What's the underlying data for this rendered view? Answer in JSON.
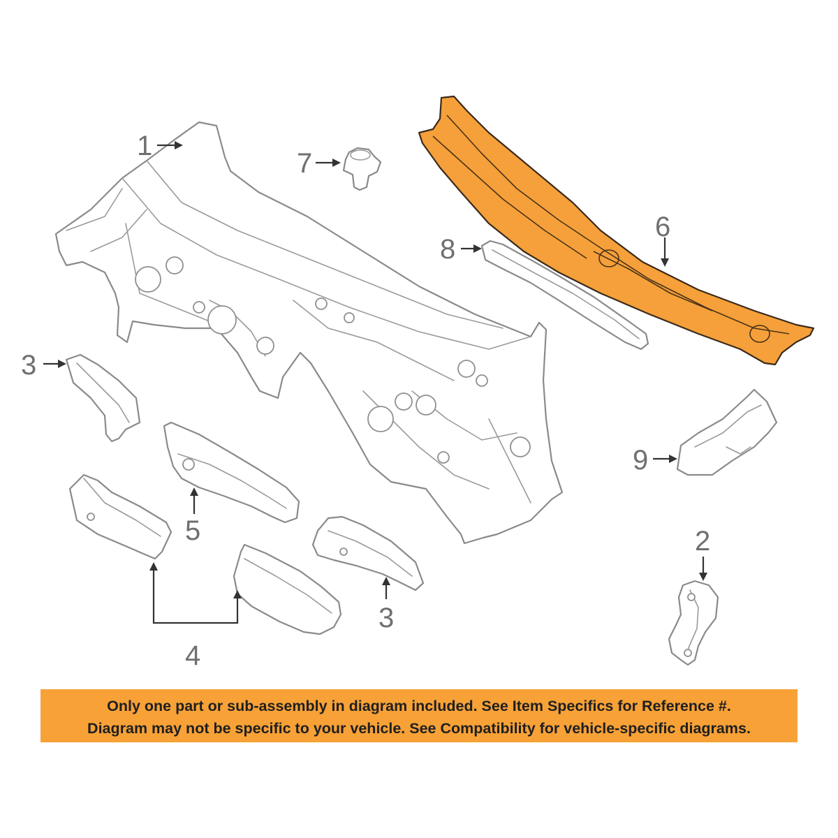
{
  "callouts": {
    "c1": "1",
    "c2": "2",
    "c3a": "3",
    "c3b": "3",
    "c4": "4",
    "c5": "5",
    "c6": "6",
    "c7": "7",
    "c8": "8",
    "c9": "9"
  },
  "highlighted_part": "6",
  "colors": {
    "highlight": "#f5a03a",
    "banner": "#f7a137",
    "line_art": "#8a8a8a",
    "callout_text": "#6f6f6f"
  },
  "disclaimer": {
    "line1": "Only one part or sub-assembly in diagram included. See Item Specifics for Reference #.",
    "line2": "Diagram may not be specific to your vehicle. See Compatibility for vehicle-specific diagrams."
  }
}
